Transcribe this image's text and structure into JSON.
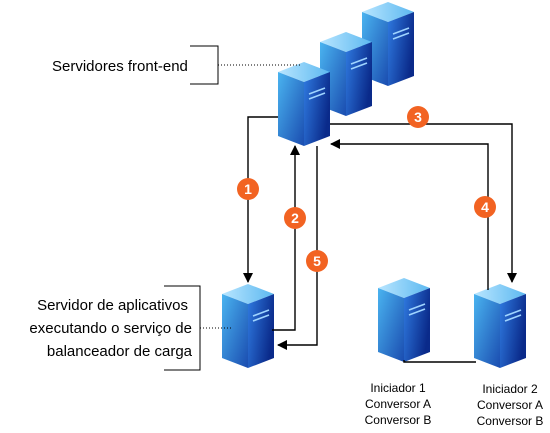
{
  "labels": {
    "front_end": "Servidores front-end",
    "app_server": [
      "Servidor de aplicativos",
      "executando o serviço de",
      "balanceador de carga"
    ],
    "initiator1": [
      "Iniciador 1",
      "Conversor A",
      "Conversor B"
    ],
    "initiator2": [
      "Iniciador 2",
      "Conversor A",
      "Conversor B"
    ]
  },
  "steps": [
    "1",
    "2",
    "3",
    "4",
    "5"
  ],
  "colors": {
    "badge": "#f26322",
    "server_light": "#3aa8e6",
    "server_dark": "#0a2a8a",
    "line": "#000000"
  }
}
